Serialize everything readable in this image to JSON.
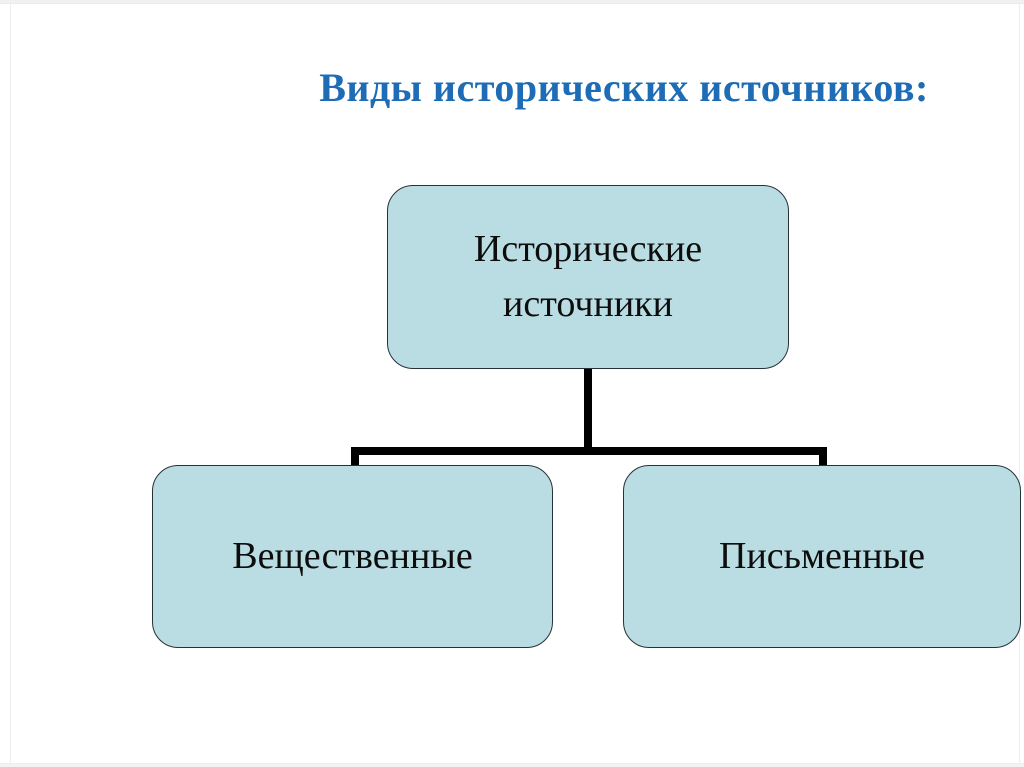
{
  "slide": {
    "title": "Виды исторических источников:",
    "title_color": "#1e6cb5",
    "background": "#ffffff"
  },
  "diagram": {
    "type": "hierarchy",
    "root": {
      "label": "Исторические источники"
    },
    "children": [
      {
        "label": "Вещественные"
      },
      {
        "label": "Письменные"
      }
    ],
    "box_fill_color": "#b9dde2",
    "box_border_color": "#263238",
    "connector_color": "#000000",
    "text_color": "#0d0d0d"
  }
}
